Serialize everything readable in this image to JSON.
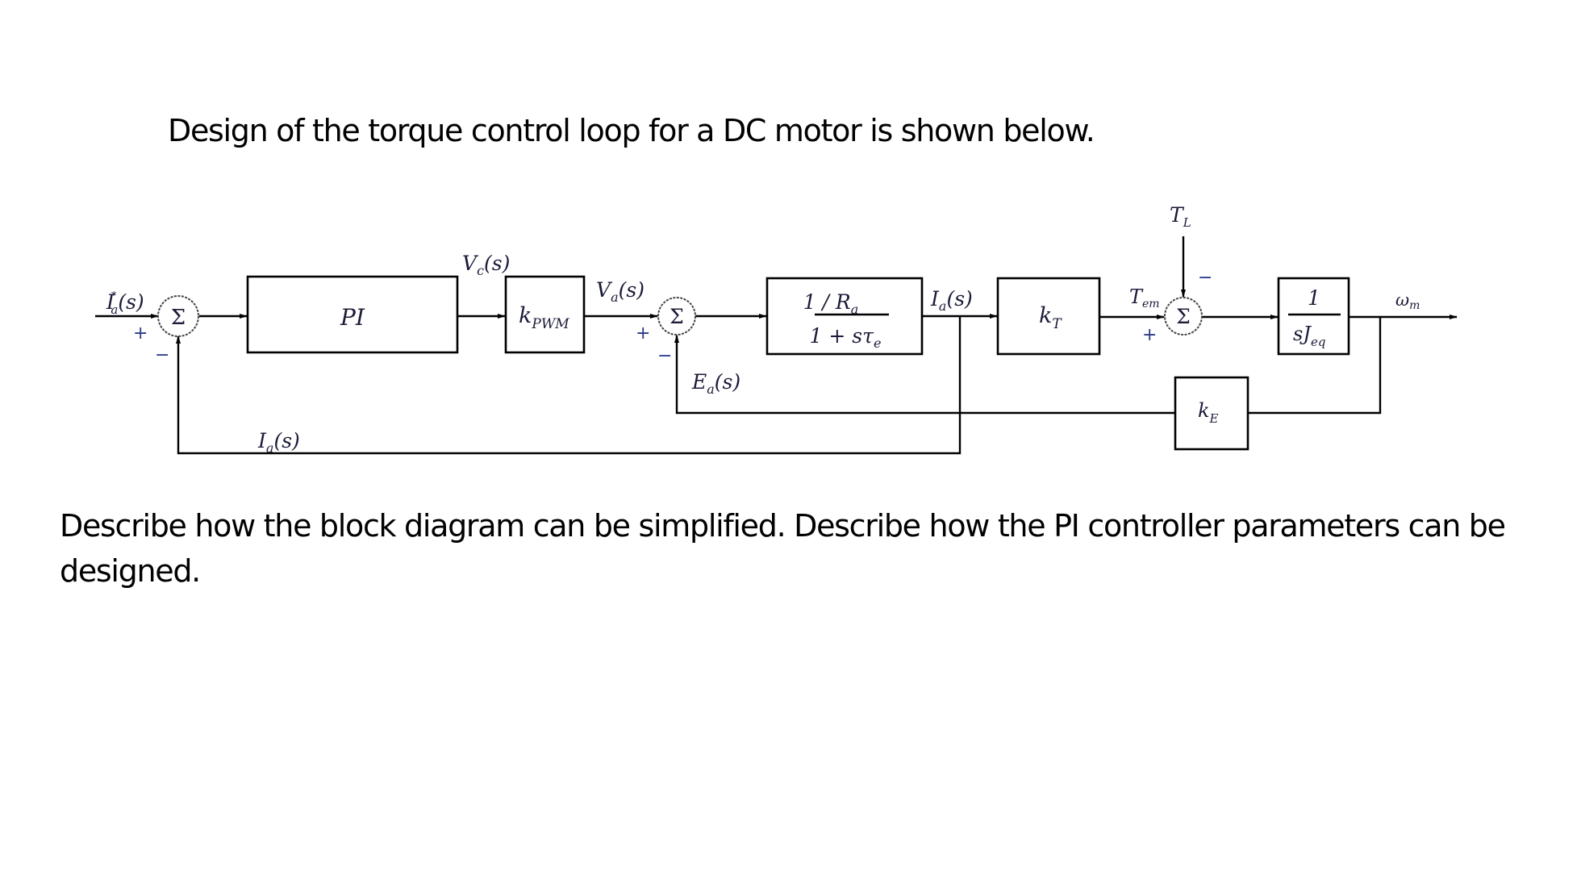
{
  "document": {
    "heading": "Design of the torque control loop for a DC motor is shown below.",
    "question_line1": "Describe how the block diagram can be simplified. Describe how the PI controller parameters can be",
    "question_line2": "designed."
  },
  "diagram": {
    "input_label": {
      "main": "I",
      "sup": "*",
      "sub": "a",
      "arg": "(s)"
    },
    "sum_symbol": "Σ",
    "signs": {
      "plus": "+",
      "minus": "−"
    },
    "blocks": {
      "pi": "PI",
      "kpwm": {
        "main": "k",
        "sub": "PWM"
      },
      "armature": {
        "num_main": "1 / R",
        "num_sub": "a",
        "den_main": "1 + sτ",
        "den_sub": "e"
      },
      "kt": {
        "main": "k",
        "sub": "T"
      },
      "inertia": {
        "num": "1",
        "den_main": "sJ",
        "den_sub": "eq"
      },
      "ke": {
        "main": "k",
        "sub": "E"
      }
    },
    "signals": {
      "vc": {
        "main": "V",
        "sub": "c",
        "arg": "(s)"
      },
      "va": {
        "main": "V",
        "sub": "a",
        "arg": "(s)"
      },
      "ea": {
        "main": "E",
        "sub": "a",
        "arg": "(s)"
      },
      "ia_forward": {
        "main": "I",
        "sub": "a",
        "arg": "(s)"
      },
      "ia_feedback": {
        "main": "I",
        "sub": "a",
        "arg": "(s)"
      },
      "tem": {
        "main": "T",
        "sub": "em"
      },
      "tl": {
        "main": "T",
        "sub": "L"
      },
      "wm": {
        "main": "ω",
        "sub": "m"
      }
    }
  }
}
